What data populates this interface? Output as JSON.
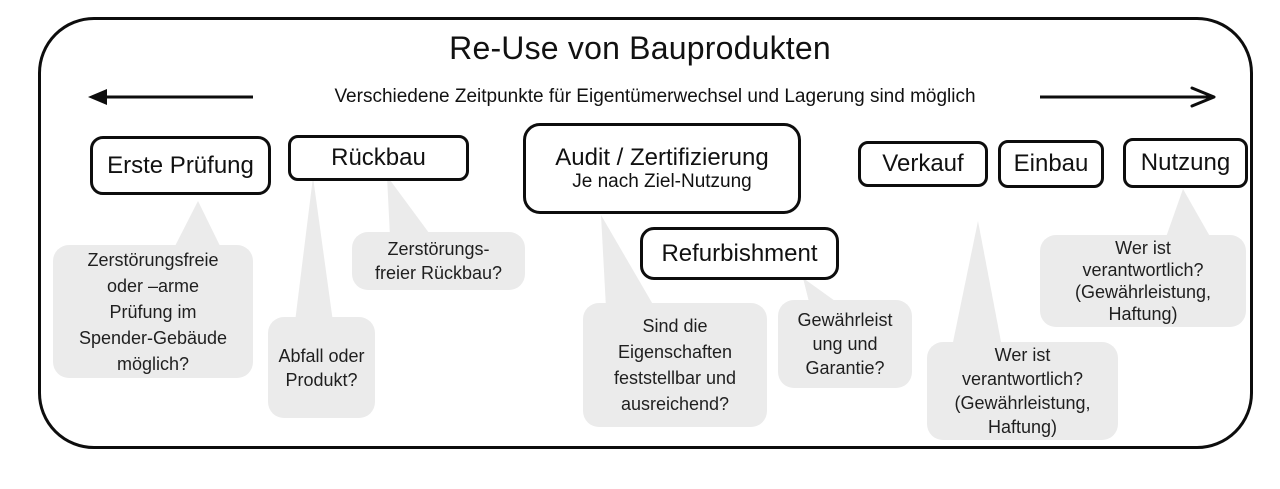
{
  "diagram": {
    "title": "Re-Use von Bauprodukten",
    "subtitle": "Verschiedene Zeitpunkte für Eigentümerwechsel und Lagerung sind möglich",
    "colors": {
      "background": "#ffffff",
      "border": "#0d0d0d",
      "bubble_fill": "#ebebeb",
      "text": "#1a1a1a"
    },
    "stages": [
      {
        "id": "erste-pruefung",
        "label": "Erste Prüfung"
      },
      {
        "id": "rueckbau",
        "label": "Rückbau"
      },
      {
        "id": "audit",
        "label": "Audit / Zertifizierung",
        "sublabel": "Je nach Ziel-Nutzung"
      },
      {
        "id": "refurbishment",
        "label": "Refurbishment"
      },
      {
        "id": "verkauf",
        "label": "Verkauf"
      },
      {
        "id": "einbau",
        "label": "Einbau"
      },
      {
        "id": "nutzung",
        "label": "Nutzung"
      }
    ],
    "bubbles": [
      {
        "id": "pruefung-frage",
        "text": "Zerstörungsfreie\noder –arme\nPrüfung im\nSpender-Gebäude\nmöglich?"
      },
      {
        "id": "abfall-frage",
        "text": "Abfall oder\nProdukt?"
      },
      {
        "id": "rueckbau-frage",
        "text": "Zerstörungs-\nfreier Rückbau?"
      },
      {
        "id": "eigenschaften-frage",
        "text": "Sind die\nEigenschaften\nfeststellbar und\nausreichend?"
      },
      {
        "id": "gewaehrleistung-frage",
        "text": "Gewährleist\nung und\nGarantie?"
      },
      {
        "id": "verkauf-frage",
        "text": "Wer ist\nverantwortlich?\n(Gewährleistung,\nHaftung)"
      },
      {
        "id": "nutzung-frage",
        "text": "Wer ist\nverantwortlich?\n(Gewährleistung,\nHaftung)"
      }
    ]
  }
}
